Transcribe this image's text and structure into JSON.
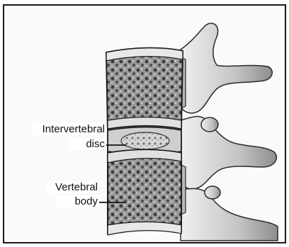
{
  "labels": {
    "disc_line1": "Intervertebral",
    "disc_line2": "disc",
    "body_line1": "Vertebral",
    "body_line2": "body"
  },
  "colors": {
    "border": "#1a1a1a",
    "bone_shade": "#8a8a8a",
    "bone_light": "#e6e6e6",
    "marrow_dark": "#3a3a3a",
    "disc_fill": "#cfcfcf"
  }
}
